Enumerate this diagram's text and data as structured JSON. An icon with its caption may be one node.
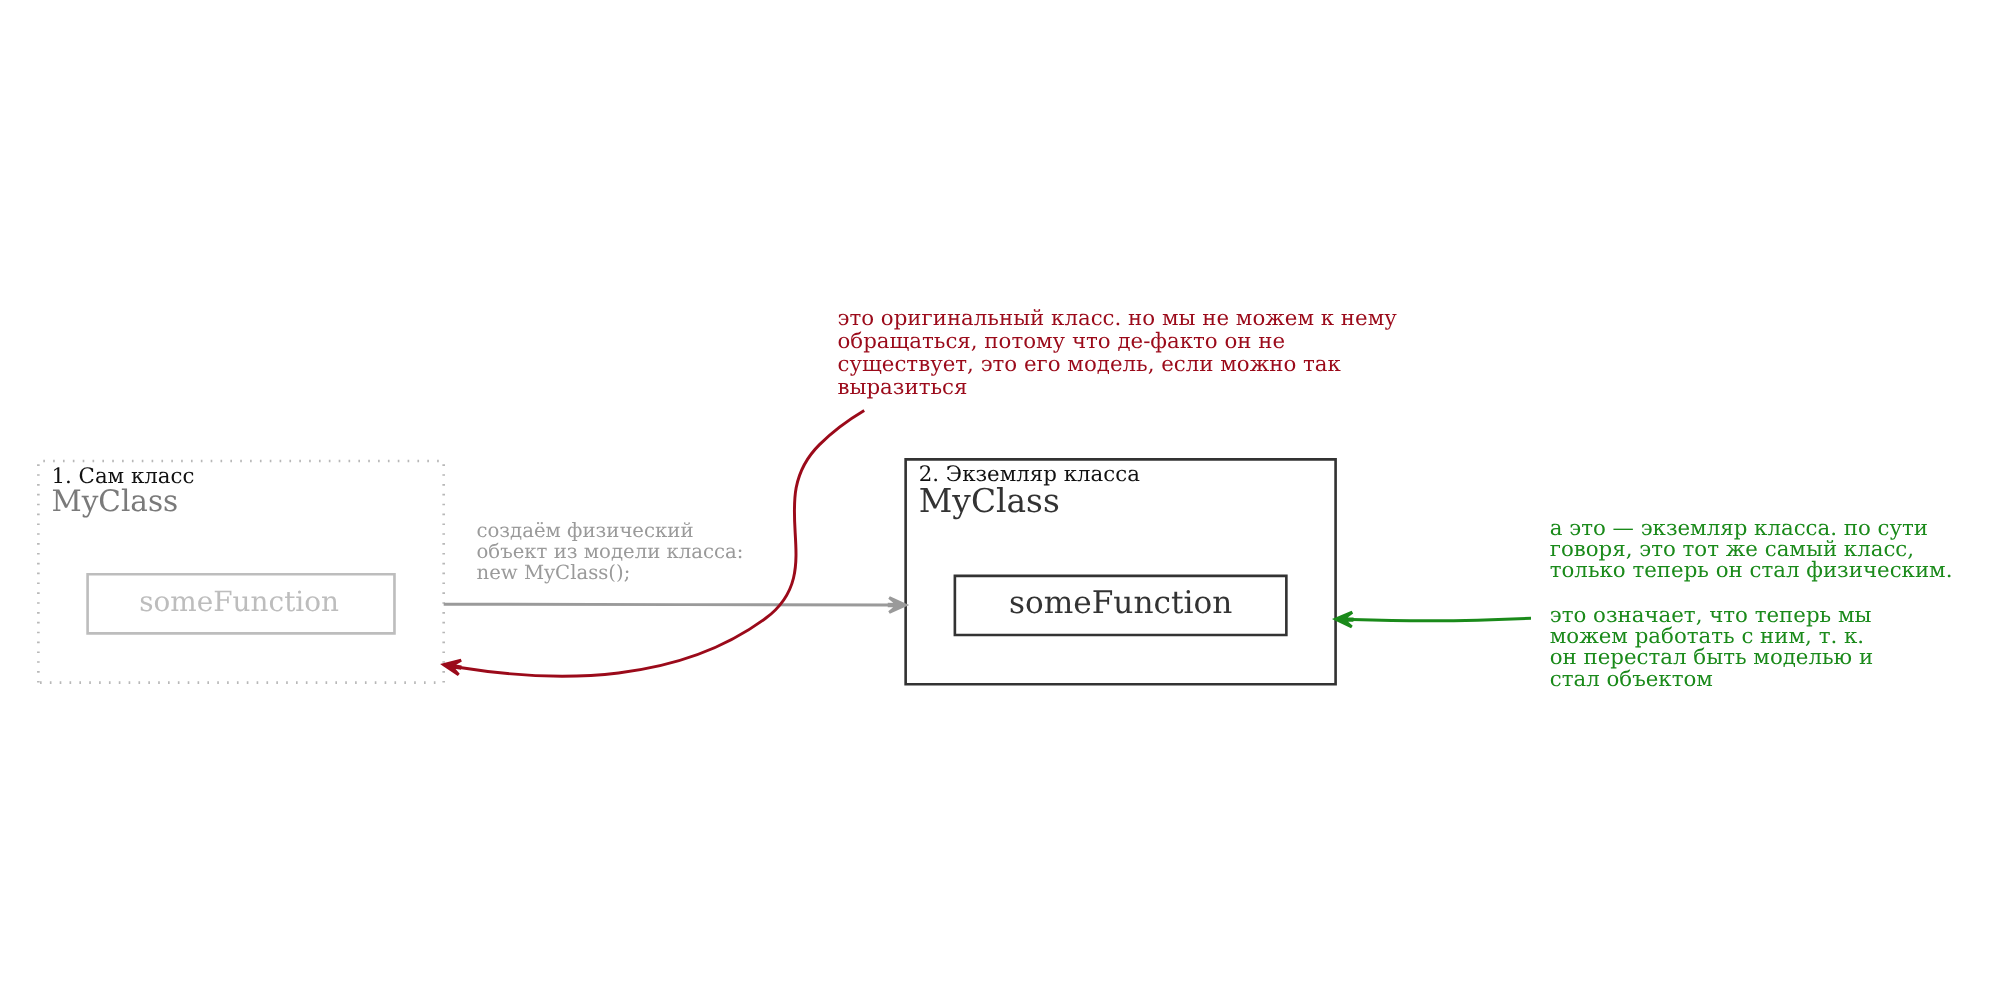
{
  "diagram": {
    "nodes": [
      {
        "text": [
          "1. Сам класс",
          "MyClass"
        ]
      },
      {
        "text": [
          "someFunction"
        ],
        "in": 0
      },
      {
        "text": [
          "2. Экземляр класса",
          "MyClass"
        ]
      },
      {
        "text": [
          "someFunction"
        ],
        "in": 2
      },
      {
        "text": [
          "это оригинальный класс. но мы не можем к нему обращаться, потому что де-факто он не существует, это его модель, если можно так выразиться"
        ]
      },
      {
        "text": [
          "а это — экземляр класса. по сути говоря, это тот же самый класс, только теперь он стал физическим.",
          "это означает, что теперь мы можем работать с ним, т. к. он перестал быть моделью и стал объектом"
        ]
      }
    ],
    "edges": [
      {
        "from": 4,
        "to": 0,
        "arrow": "to",
        "color": "#9b0a1a"
      },
      {
        "from": 5,
        "to": 2,
        "arrow": "to",
        "color": "#1a8a1a"
      },
      {
        "from": 0,
        "to": 2,
        "arrow": "to",
        "color": "#9a9a9a",
        "label": "создаём физический объект из модели класса: new MyClass();"
      }
    ]
  }
}
